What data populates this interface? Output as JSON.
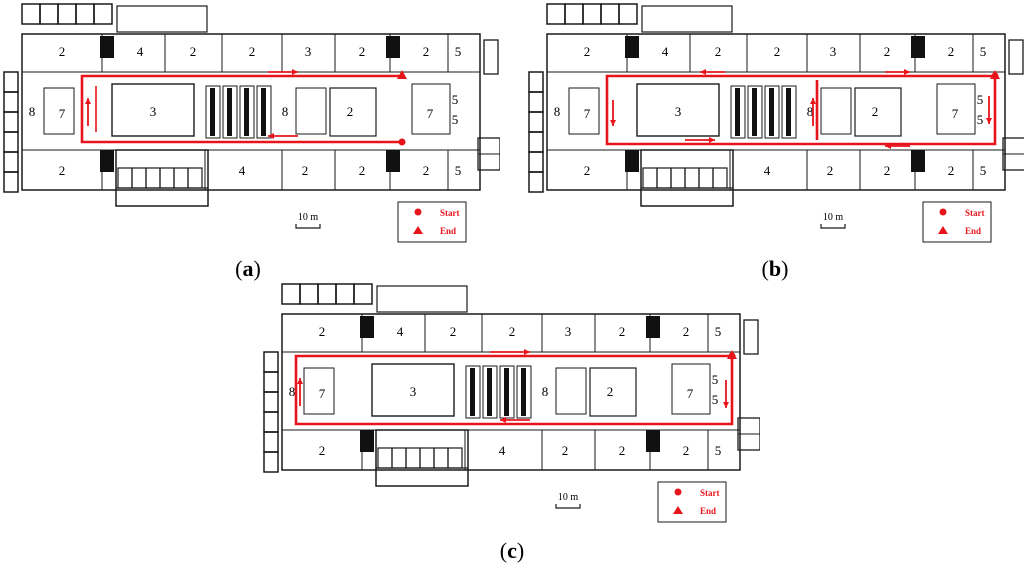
{
  "panels": [
    {
      "id": "a",
      "caption_letter": "a",
      "room_labels": {
        "top": [
          "2",
          "4",
          "2",
          "2",
          "3",
          "2",
          "2",
          "5"
        ],
        "left": "8",
        "stair_left": "7",
        "middle": [
          "3",
          "8",
          "2"
        ],
        "right_top": "5",
        "right_bottom": "5",
        "stair_right": "7",
        "bottom": [
          "2",
          "4",
          "2",
          "2",
          "2",
          "5"
        ]
      },
      "scale_label": "10 m",
      "legend": {
        "start": "Start",
        "end": "End"
      }
    },
    {
      "id": "b",
      "caption_letter": "b",
      "room_labels": {
        "top": [
          "2",
          "4",
          "2",
          "2",
          "3",
          "2",
          "2",
          "5"
        ],
        "left": "8",
        "stair_left": "7",
        "middle": [
          "3",
          "8",
          "2"
        ],
        "right_top": "5",
        "right_bottom": "5",
        "stair_right": "7",
        "bottom": [
          "2",
          "4",
          "2",
          "2",
          "2",
          "5"
        ]
      },
      "scale_label": "10 m",
      "legend": {
        "start": "Start",
        "end": "End"
      }
    },
    {
      "id": "c",
      "caption_letter": "c",
      "room_labels": {
        "top": [
          "2",
          "4",
          "2",
          "2",
          "3",
          "2",
          "2",
          "5"
        ],
        "left": "8",
        "stair_left": "7",
        "middle": [
          "3",
          "8",
          "2"
        ],
        "right_top": "5",
        "right_bottom": "5",
        "stair_right": "7",
        "bottom": [
          "2",
          "4",
          "2",
          "2",
          "2",
          "5"
        ]
      },
      "scale_label": "10 m",
      "legend": {
        "start": "Start",
        "end": "End"
      }
    }
  ],
  "colors": {
    "route": "#e8141c",
    "wall": "#1a1a1a",
    "stair": "#111111"
  }
}
